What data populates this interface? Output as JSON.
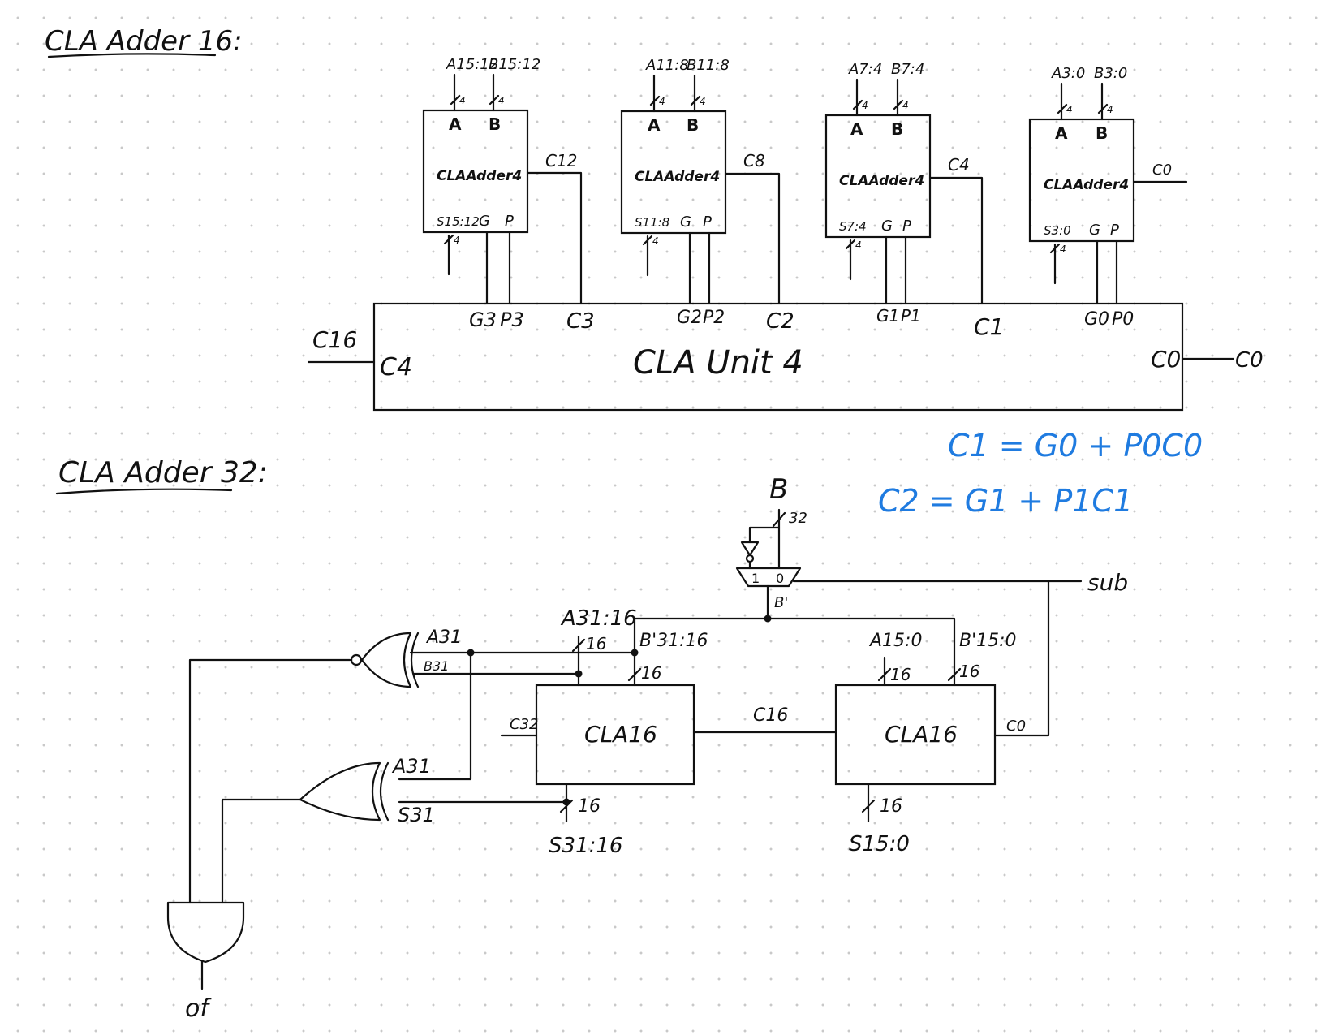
{
  "titles": {
    "adder16": "CLA Adder 16:",
    "adder32": "CLA Adder 32:"
  },
  "adder16": {
    "blocks": [
      {
        "a": "A15:12",
        "b": "B15:12",
        "a_port": "A",
        "b_port": "B",
        "name": "CLAAdder4",
        "s": "S15:12",
        "g": "G",
        "p": "P",
        "carry_out": "C12",
        "width": "4"
      },
      {
        "a": "A11:8",
        "b": "B11:8",
        "a_port": "A",
        "b_port": "B",
        "name": "CLAAdder4",
        "s": "S11:8",
        "g": "G",
        "p": "P",
        "carry_out": "C8",
        "width": "4"
      },
      {
        "a": "A7:4",
        "b": "B7:4",
        "a_port": "A",
        "b_port": "B",
        "name": "CLAAdder4",
        "s": "S7:4",
        "g": "G",
        "p": "P",
        "carry_out": "C4",
        "width": "4"
      },
      {
        "a": "A3:0",
        "b": "B3:0",
        "a_port": "A",
        "b_port": "B",
        "name": "CLAAdder4",
        "s": "S3:0",
        "g": "G",
        "p": "P",
        "carry_out": "C0",
        "width": "4"
      }
    ],
    "unit": {
      "name": "CLA Unit 4",
      "left_port": "C4",
      "left_signal": "C16",
      "right_port": "C0",
      "right_signal": "C0",
      "inputs": [
        {
          "g": "G3",
          "p": "P3",
          "c": "C3"
        },
        {
          "g": "G2",
          "p": "P2",
          "c": "C2"
        },
        {
          "g": "G1",
          "p": "P1",
          "c": "C1"
        },
        {
          "g": "G0",
          "p": "P0",
          "c": ""
        }
      ]
    }
  },
  "equations": [
    "C1 = G0 + P0C0",
    "C2 = G1 + P1C1"
  ],
  "adder32": {
    "b_input": "B",
    "b_width": "32",
    "mux_in1": "1",
    "mux_in0": "0",
    "mux_out": "B'",
    "sub": "sub",
    "a_hi": "A31:16",
    "a_hi_width": "16",
    "b_hi": "B'31:16",
    "b_hi_width": "16",
    "a_lo": "A15:0",
    "a_lo_width": "16",
    "b_lo": "B'15:0",
    "b_lo_width": "16",
    "cla_hi": "CLA16",
    "cla_lo": "CLA16",
    "c32": "C32",
    "c16": "C16",
    "c0": "C0",
    "s_hi": "S31:16",
    "s_hi_width": "16",
    "s_lo": "S15:0",
    "s_lo_width": "16",
    "xnor_in1": "A31",
    "xnor_in2": "B31",
    "xor_in1": "A31",
    "xor_in2": "S31",
    "overflow": "of"
  }
}
